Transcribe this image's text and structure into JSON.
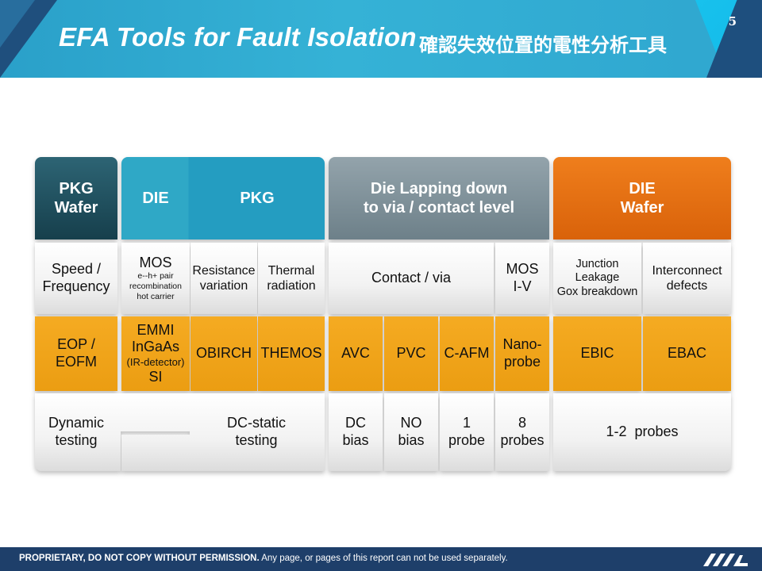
{
  "header": {
    "page_number": "5",
    "title": "EFA Tools for Fault Isolation",
    "subtitle": "確認失效位置的電性分析工具"
  },
  "table": {
    "headers": {
      "pkg_wafer": [
        "PKG",
        "Wafer"
      ],
      "die": "DIE",
      "pkg": "PKG",
      "lapping": [
        "Die Lapping down",
        "to via / contact level"
      ],
      "die_wafer": [
        "DIE",
        "Wafer"
      ]
    },
    "defects": {
      "speed": [
        "Speed /",
        "Frequency"
      ],
      "mos_title": "MOS",
      "mos_details": [
        "e--h+ pair",
        "recombination",
        "hot carrier"
      ],
      "resistance": [
        "Resistance",
        "variation"
      ],
      "thermal": [
        "Thermal",
        "radiation"
      ],
      "contact": "Contact / via",
      "mos_iv": [
        "MOS",
        "I-V"
      ],
      "junction": [
        "Junction",
        "Leakage",
        "Gox breakdown"
      ],
      "interconnect": [
        "Interconnect",
        "defects"
      ]
    },
    "tools": {
      "eop": [
        "EOP /",
        "EOFM"
      ],
      "emmi": [
        "EMMI",
        "InGaAs"
      ],
      "ir_detector": "(IR-detector)",
      "si": "SI",
      "obirch": "OBIRCH",
      "themos": "THEMOS",
      "avc": "AVC",
      "pvc": "PVC",
      "cafm": "C-AFM",
      "nanoprobe": [
        "Nano-",
        "probe"
      ],
      "ebic": "EBIC",
      "ebac": "EBAC"
    },
    "testing": {
      "dynamic": [
        "Dynamic",
        "testing"
      ],
      "dc_static": [
        "DC-static",
        "testing"
      ],
      "dc_bias": [
        "DC",
        "bias"
      ],
      "no_bias": [
        "NO",
        "bias"
      ],
      "one_probe": [
        "1",
        "probe"
      ],
      "eight_probes": [
        "8",
        "probes"
      ],
      "probes_1_2": "1-2  probes"
    }
  },
  "footer": {
    "bold_text": "PROPRIETARY, DO NOT COPY WITHOUT PERMISSION.",
    "text": " Any page, or pages of this report can not be used separately."
  },
  "colors": {
    "header_blue": "#2fa6cf",
    "dark_teal": "#1e4f5c",
    "die_blue": "#249dc1",
    "gray_header": "#7a8c94",
    "orange_header": "#e2700f",
    "tool_orange": "#eea017",
    "footer_navy": "#1e3f6a"
  }
}
